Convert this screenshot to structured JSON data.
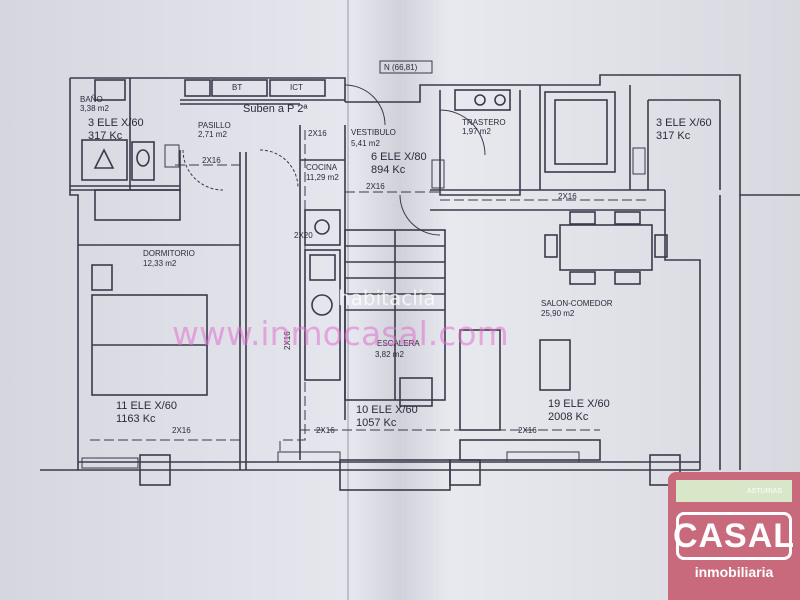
{
  "rooms": {
    "bano": {
      "name": "BAÑO",
      "area": "3,38 m2"
    },
    "pasillo": {
      "name": "PASILLO",
      "area": "2,71 m2"
    },
    "vestibulo": {
      "name": "VESTIBULO",
      "area": "5,41 m2"
    },
    "trastero": {
      "name": "TRASTERO",
      "area": "1,97 m2"
    },
    "cocina": {
      "name": "COCINA",
      "area": "11,29 m2"
    },
    "dormitorio": {
      "name": "DORMITORIO",
      "area": "12,33 m2"
    },
    "salon": {
      "name": "SALON-COMEDOR",
      "area": "25,90 m2"
    },
    "escalera": {
      "name": "ESCALERA",
      "area": "3,82 m2"
    }
  },
  "radiators": {
    "bano": {
      "elements": "3 ELE X/60",
      "kc": "317 Kc"
    },
    "vestibulo": {
      "elements": "6 ELE X/80",
      "kc": "894 Kc"
    },
    "right": {
      "elements": "3 ELE X/60",
      "kc": "317 Kc"
    },
    "dormitorio": {
      "elements": "11 ELE X/60",
      "kc": "1163 Kc"
    },
    "cocina": {
      "elements": "10 ELE X/60",
      "kc": "1057 Kc"
    },
    "salon": {
      "elements": "19 ELE X/60",
      "kc": "2008 Kc"
    }
  },
  "labels": {
    "north": "N (66,81)",
    "stairs": "Suben a P 2ª",
    "bt": "BT",
    "ict": "ICT",
    "pipe_2x16": "2X16",
    "pipe_2x20": "2X20"
  },
  "watermark": {
    "site": "habitaclia",
    "url": "www.inmocasal.com"
  },
  "logo": {
    "street": "ASTURIAS",
    "brand": "CASAL",
    "tagline": "inmobiliaria"
  },
  "colors": {
    "line": "#3a3a4a",
    "watermark": "#e070d0",
    "logo": "#c8697c",
    "paper": "#dcdde3"
  }
}
